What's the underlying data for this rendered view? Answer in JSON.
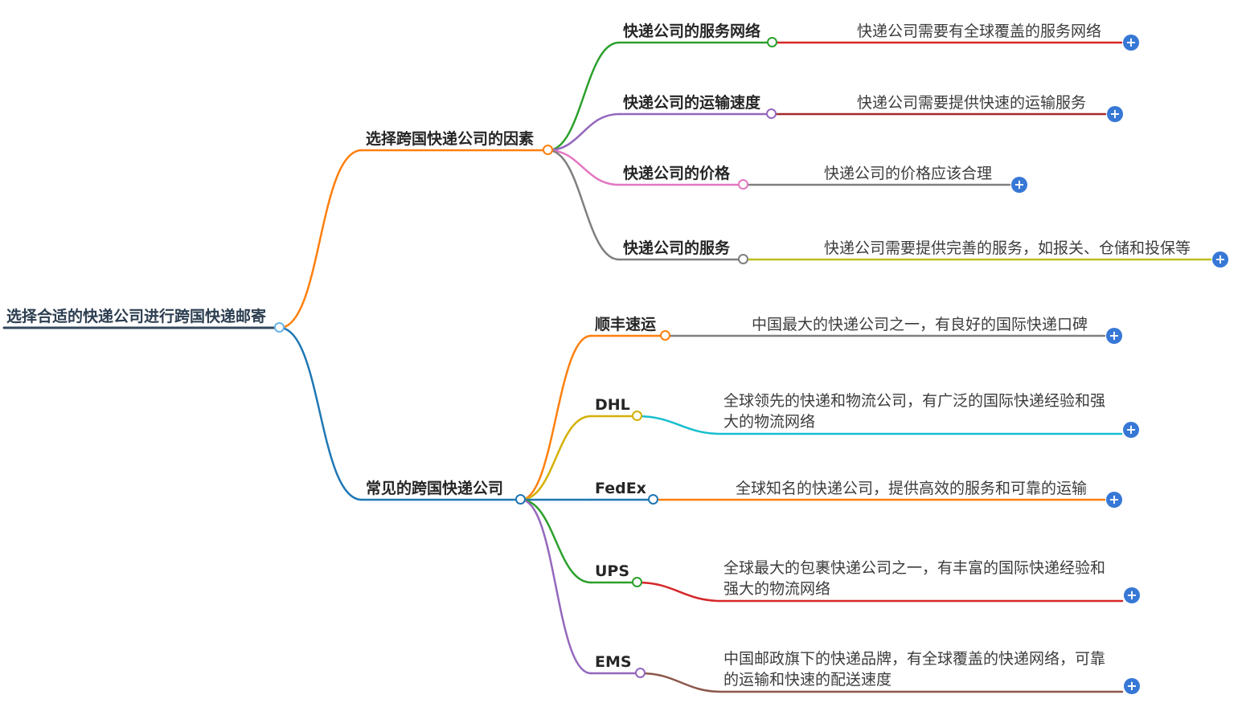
{
  "root": {
    "label": "选择合适的快递公司进行跨国快递邮寄"
  },
  "branches": [
    {
      "label": "选择跨国快递公司的因素",
      "children": [
        {
          "label": "快递公司的服务网络",
          "desc": "快递公司需要有全球覆盖的服务网络"
        },
        {
          "label": "快递公司的运输速度",
          "desc": "快递公司需要提供快速的运输服务"
        },
        {
          "label": "快递公司的价格",
          "desc": "快递公司的价格应该合理"
        },
        {
          "label": "快递公司的服务",
          "desc": "快递公司需要提供完善的服务，如报关、仓储和投保等"
        }
      ]
    },
    {
      "label": "常见的跨国快递公司",
      "children": [
        {
          "label": "顺丰速运",
          "desc": "中国最大的快递公司之一，有良好的国际快递口碑"
        },
        {
          "label": "DHL",
          "desc": "全球领先的快递和物流公司，有广泛的国际快递经验和强大的物流网络"
        },
        {
          "label": "FedEx",
          "desc": "全球知名的快递公司，提供高效的服务和可靠的运输"
        },
        {
          "label": "UPS",
          "desc": "全球最大的包裹快递公司之一，有丰富的国际快递经验和强大的物流网络"
        },
        {
          "label": "EMS",
          "desc": "中国邮政旗下的快递品牌，有全球覆盖的快递网络，可靠的运输和快速的配送速度"
        }
      ]
    }
  ],
  "icons": {
    "plus": "+"
  },
  "colors": {
    "root_line": "#34495e",
    "root_circle": "#69b3e7",
    "factors_branch": "#ff7f0e",
    "companies_branch": "#1f77b4",
    "service_network_node": "#2ca02c",
    "service_network_desc_line": "#d62728",
    "speed_node": "#9467bd",
    "speed_desc_line": "#a52a2a",
    "price_node": "#e377c2",
    "price_desc_line": "#7f7f7f",
    "service_node": "#7f7f7f",
    "service_desc_line": "#bcbd22",
    "sf_node": "#ff7f0e",
    "sf_desc_line": "#7f7f7f",
    "dhl_node": "#d4b106",
    "dhl_desc_line": "#17becf",
    "fedex_node": "#1f77b4",
    "fedex_desc_line": "#ff7f0e",
    "ups_node": "#2ca02c",
    "ups_desc_line": "#d62728",
    "ems_node": "#9467bd",
    "ems_desc_line": "#8c564b",
    "plus_button": "#3778d6",
    "label_text": "#262626",
    "desc_text": "#3c3c3c"
  }
}
